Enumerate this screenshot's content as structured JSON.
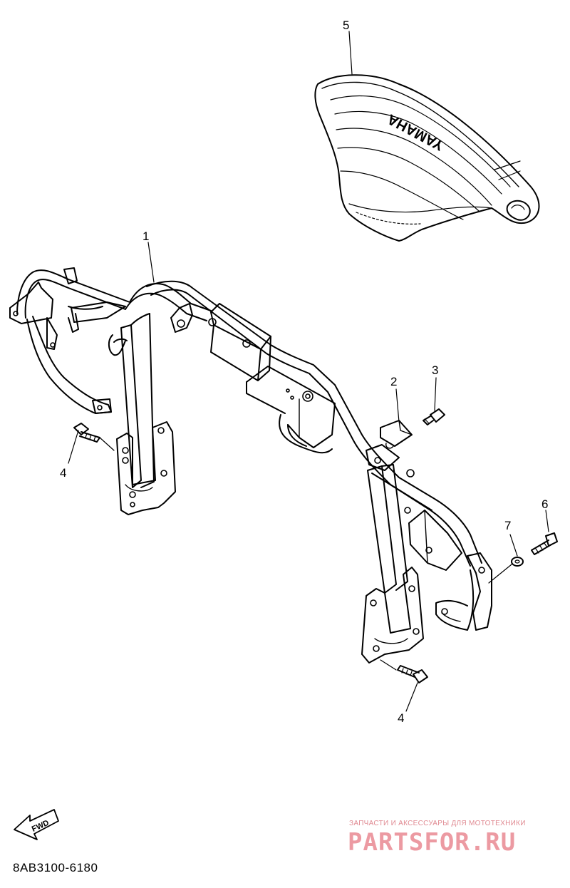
{
  "callouts": [
    {
      "id": "5",
      "label": "5"
    },
    {
      "id": "1",
      "label": "1"
    },
    {
      "id": "2",
      "label": "2"
    },
    {
      "id": "3",
      "label": "3"
    },
    {
      "id": "4a",
      "label": "4"
    },
    {
      "id": "7",
      "label": "7"
    },
    {
      "id": "6",
      "label": "6"
    },
    {
      "id": "4b",
      "label": "4"
    }
  ],
  "seat_brand": "YAMAHA",
  "fwd_label": "FWD",
  "diagram_code": "8AB3100-6180",
  "watermark": {
    "tagline": "ЗАПЧАСТИ И АКСЕССУАРЫ ДЛЯ МОТОТЕХНИКИ",
    "brand": "PARTSFOR.RU",
    "color": "#ec9aa2"
  }
}
